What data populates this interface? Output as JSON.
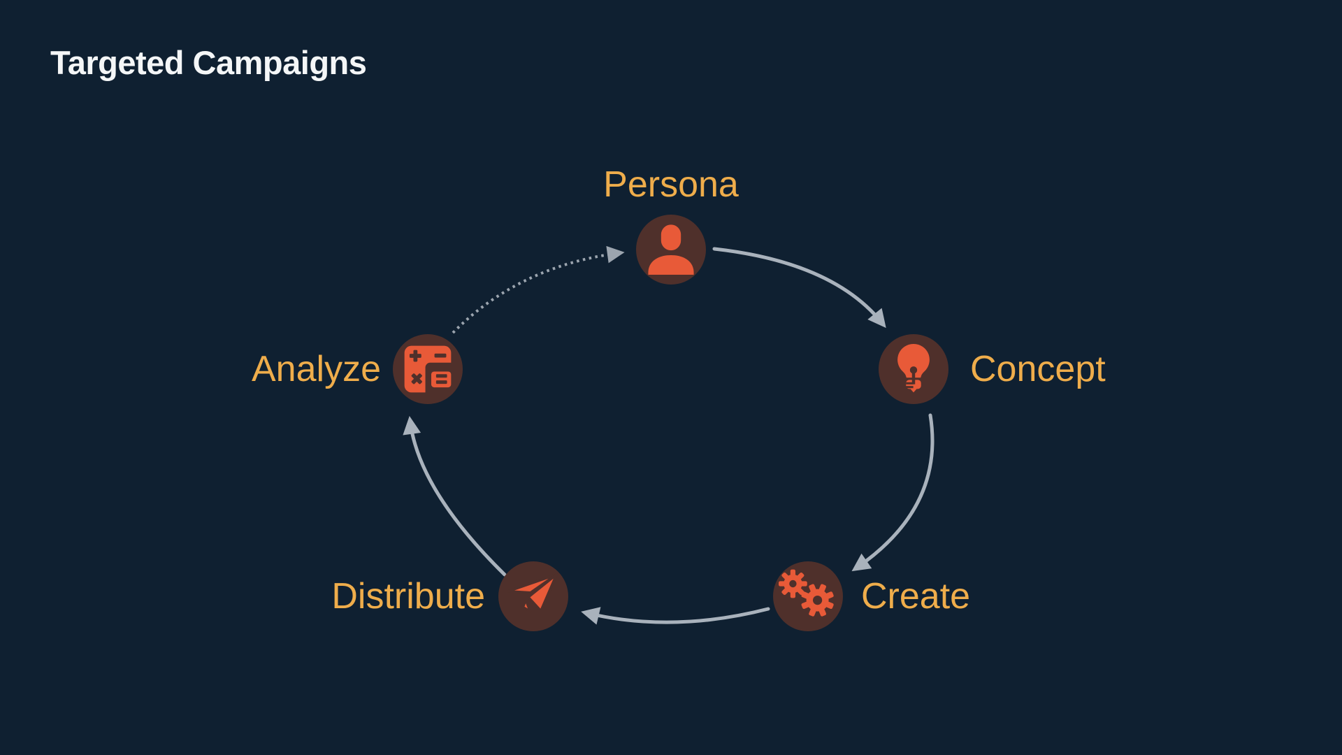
{
  "slide": {
    "title": "Targeted Campaigns"
  },
  "colors": {
    "background": "#0F2031",
    "title_text": "#F4F6F7",
    "label_text": "#EFAD4B",
    "icon_orange": "#E85A38",
    "node_circle_bg": "#4F302B",
    "arrow_solid": "#A9B2BC",
    "arrow_dotted": "#9CA5AF"
  },
  "diagram": {
    "type": "cycle",
    "direction": "clockwise",
    "nodes": [
      {
        "id": "persona",
        "label": "Persona",
        "icon": "person-icon",
        "label_position": "top"
      },
      {
        "id": "concept",
        "label": "Concept",
        "icon": "lightbulb-icon",
        "label_position": "right"
      },
      {
        "id": "create",
        "label": "Create",
        "icon": "gears-icon",
        "label_position": "right"
      },
      {
        "id": "distribute",
        "label": "Distribute",
        "icon": "paper-plane-icon",
        "label_position": "left"
      },
      {
        "id": "analyze",
        "label": "Analyze",
        "icon": "calculator-icon",
        "label_position": "left"
      }
    ],
    "edges": [
      {
        "from": "Persona",
        "to": "Concept",
        "style": "solid"
      },
      {
        "from": "Concept",
        "to": "Create",
        "style": "solid"
      },
      {
        "from": "Create",
        "to": "Distribute",
        "style": "solid"
      },
      {
        "from": "Distribute",
        "to": "Analyze",
        "style": "solid"
      },
      {
        "from": "Analyze",
        "to": "Persona",
        "style": "dotted"
      }
    ]
  }
}
